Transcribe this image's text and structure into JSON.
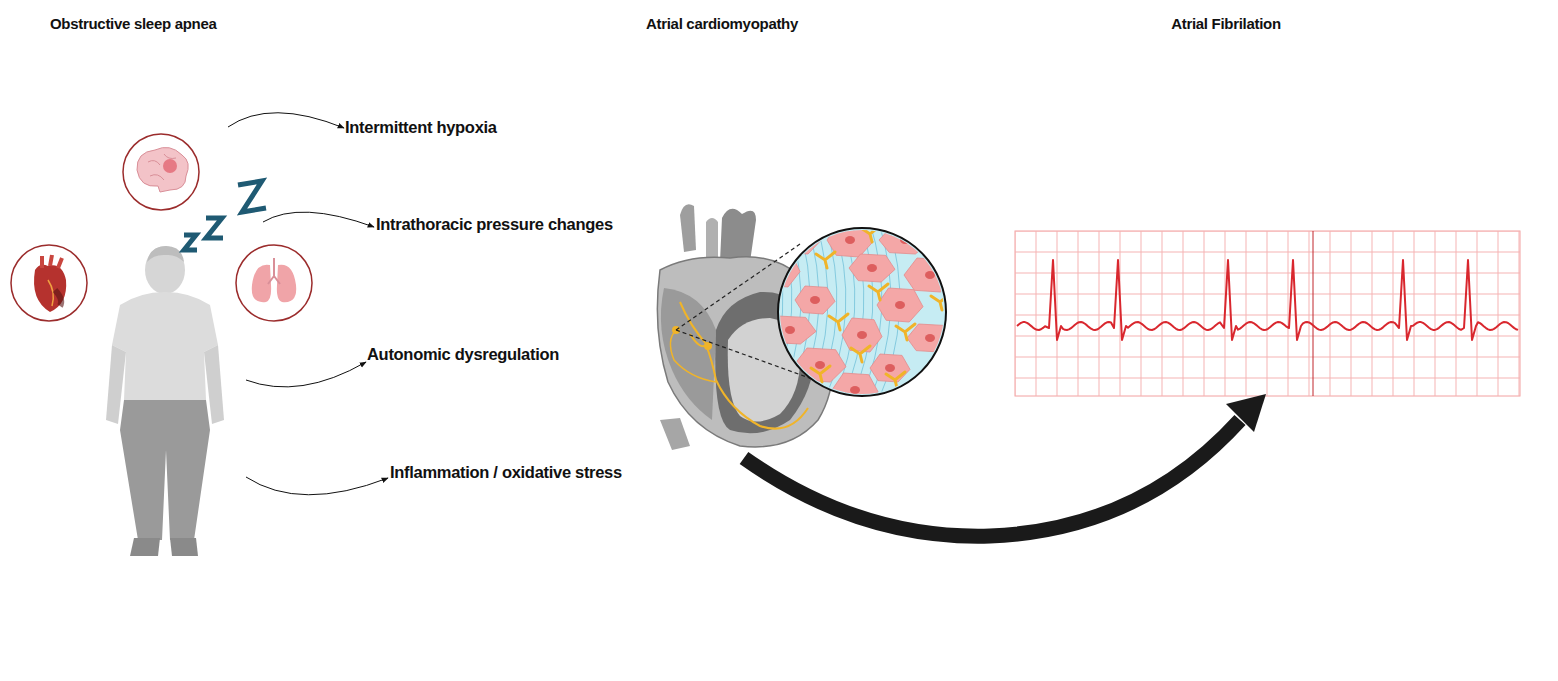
{
  "diagram": {
    "labels": [
      "Obstructive sleep apnea",
      "Atrial cardiomyopathy",
      "Atrial Fibrilation",
      "Intermittent hypoxia",
      "Intrathoracic pressure changes",
      "Autonomic dysregulation",
      "Inflammation / oxidative stress"
    ]
  }
}
